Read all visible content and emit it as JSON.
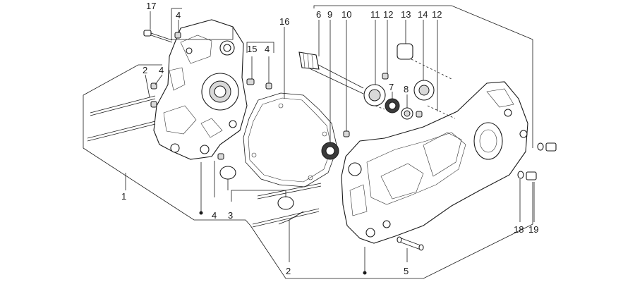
{
  "diagram": {
    "callouts": {
      "c17": "17",
      "c4_top": "4",
      "c16": "16",
      "c6": "6",
      "c9": "9",
      "c10": "10",
      "c11": "11",
      "c12_top": "12",
      "c13": "13",
      "c14": "14",
      "c12_right": "12",
      "c15": "15",
      "c4_mid": "4",
      "c2_left": "2",
      "c4_left": "4",
      "c7": "7",
      "c8": "8",
      "c1": "1",
      "c4_bottom": "4",
      "c3": "3",
      "c18": "18",
      "c19": "19",
      "c2_bottom": "2",
      "c5": "5"
    }
  }
}
